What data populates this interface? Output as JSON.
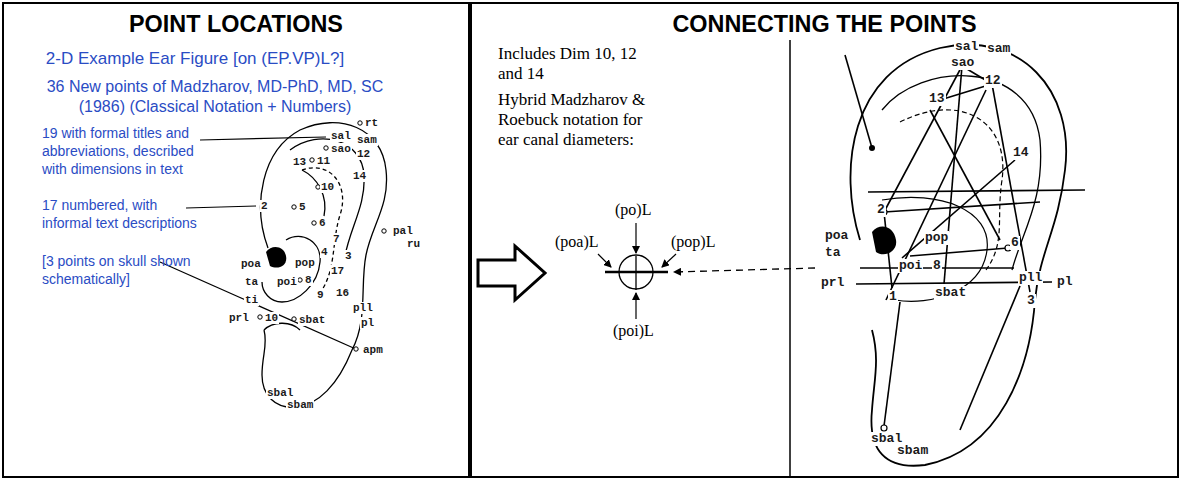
{
  "diagram": {
    "nodes": [
      {
        "text": [
          "POINT LOCATIONS"
        ]
      },
      {
        "text": [
          "CONNECTING THE POINTS"
        ]
      }
    ],
    "labels": [
      "2-D Example Ear Figure [on (EP.VP)L?]",
      "36 New points of Madzharov, MD-PhD, MD, SC (1986) (Classical Notation + Numbers)",
      "19 with formal titles and abbreviations, described with dimensions in text",
      "17 numbered, with informal text descriptions",
      "[3 points on skull shown schematically]",
      "rt",
      "sal",
      "sam",
      "sao",
      "12",
      "11",
      "13",
      "14",
      "10",
      "2",
      "5",
      "6",
      "pal",
      "ru",
      "7",
      "4",
      "3",
      "poa",
      "pop",
      "ta",
      "poi",
      "8",
      "17",
      "9",
      "16",
      "ti",
      "pll",
      "prl",
      "10",
      "sbat",
      "pl",
      "apm",
      "sbal",
      "sbam",
      "Includes Dim 10, 12 and 14",
      "Hybrid Madzharov & Roebuck notation for ear canal diameters:",
      "(po)L",
      "(poa)L",
      "(pop)L",
      "(poi)L",
      "sal",
      "sam",
      "sao",
      "13",
      "12",
      "14",
      "2",
      "6",
      "3",
      "poa",
      "ta",
      "pop",
      "poi",
      "8",
      "prl",
      "1",
      "sbat",
      "pll",
      "pl",
      "sbal",
      "sbam"
    ]
  }
}
